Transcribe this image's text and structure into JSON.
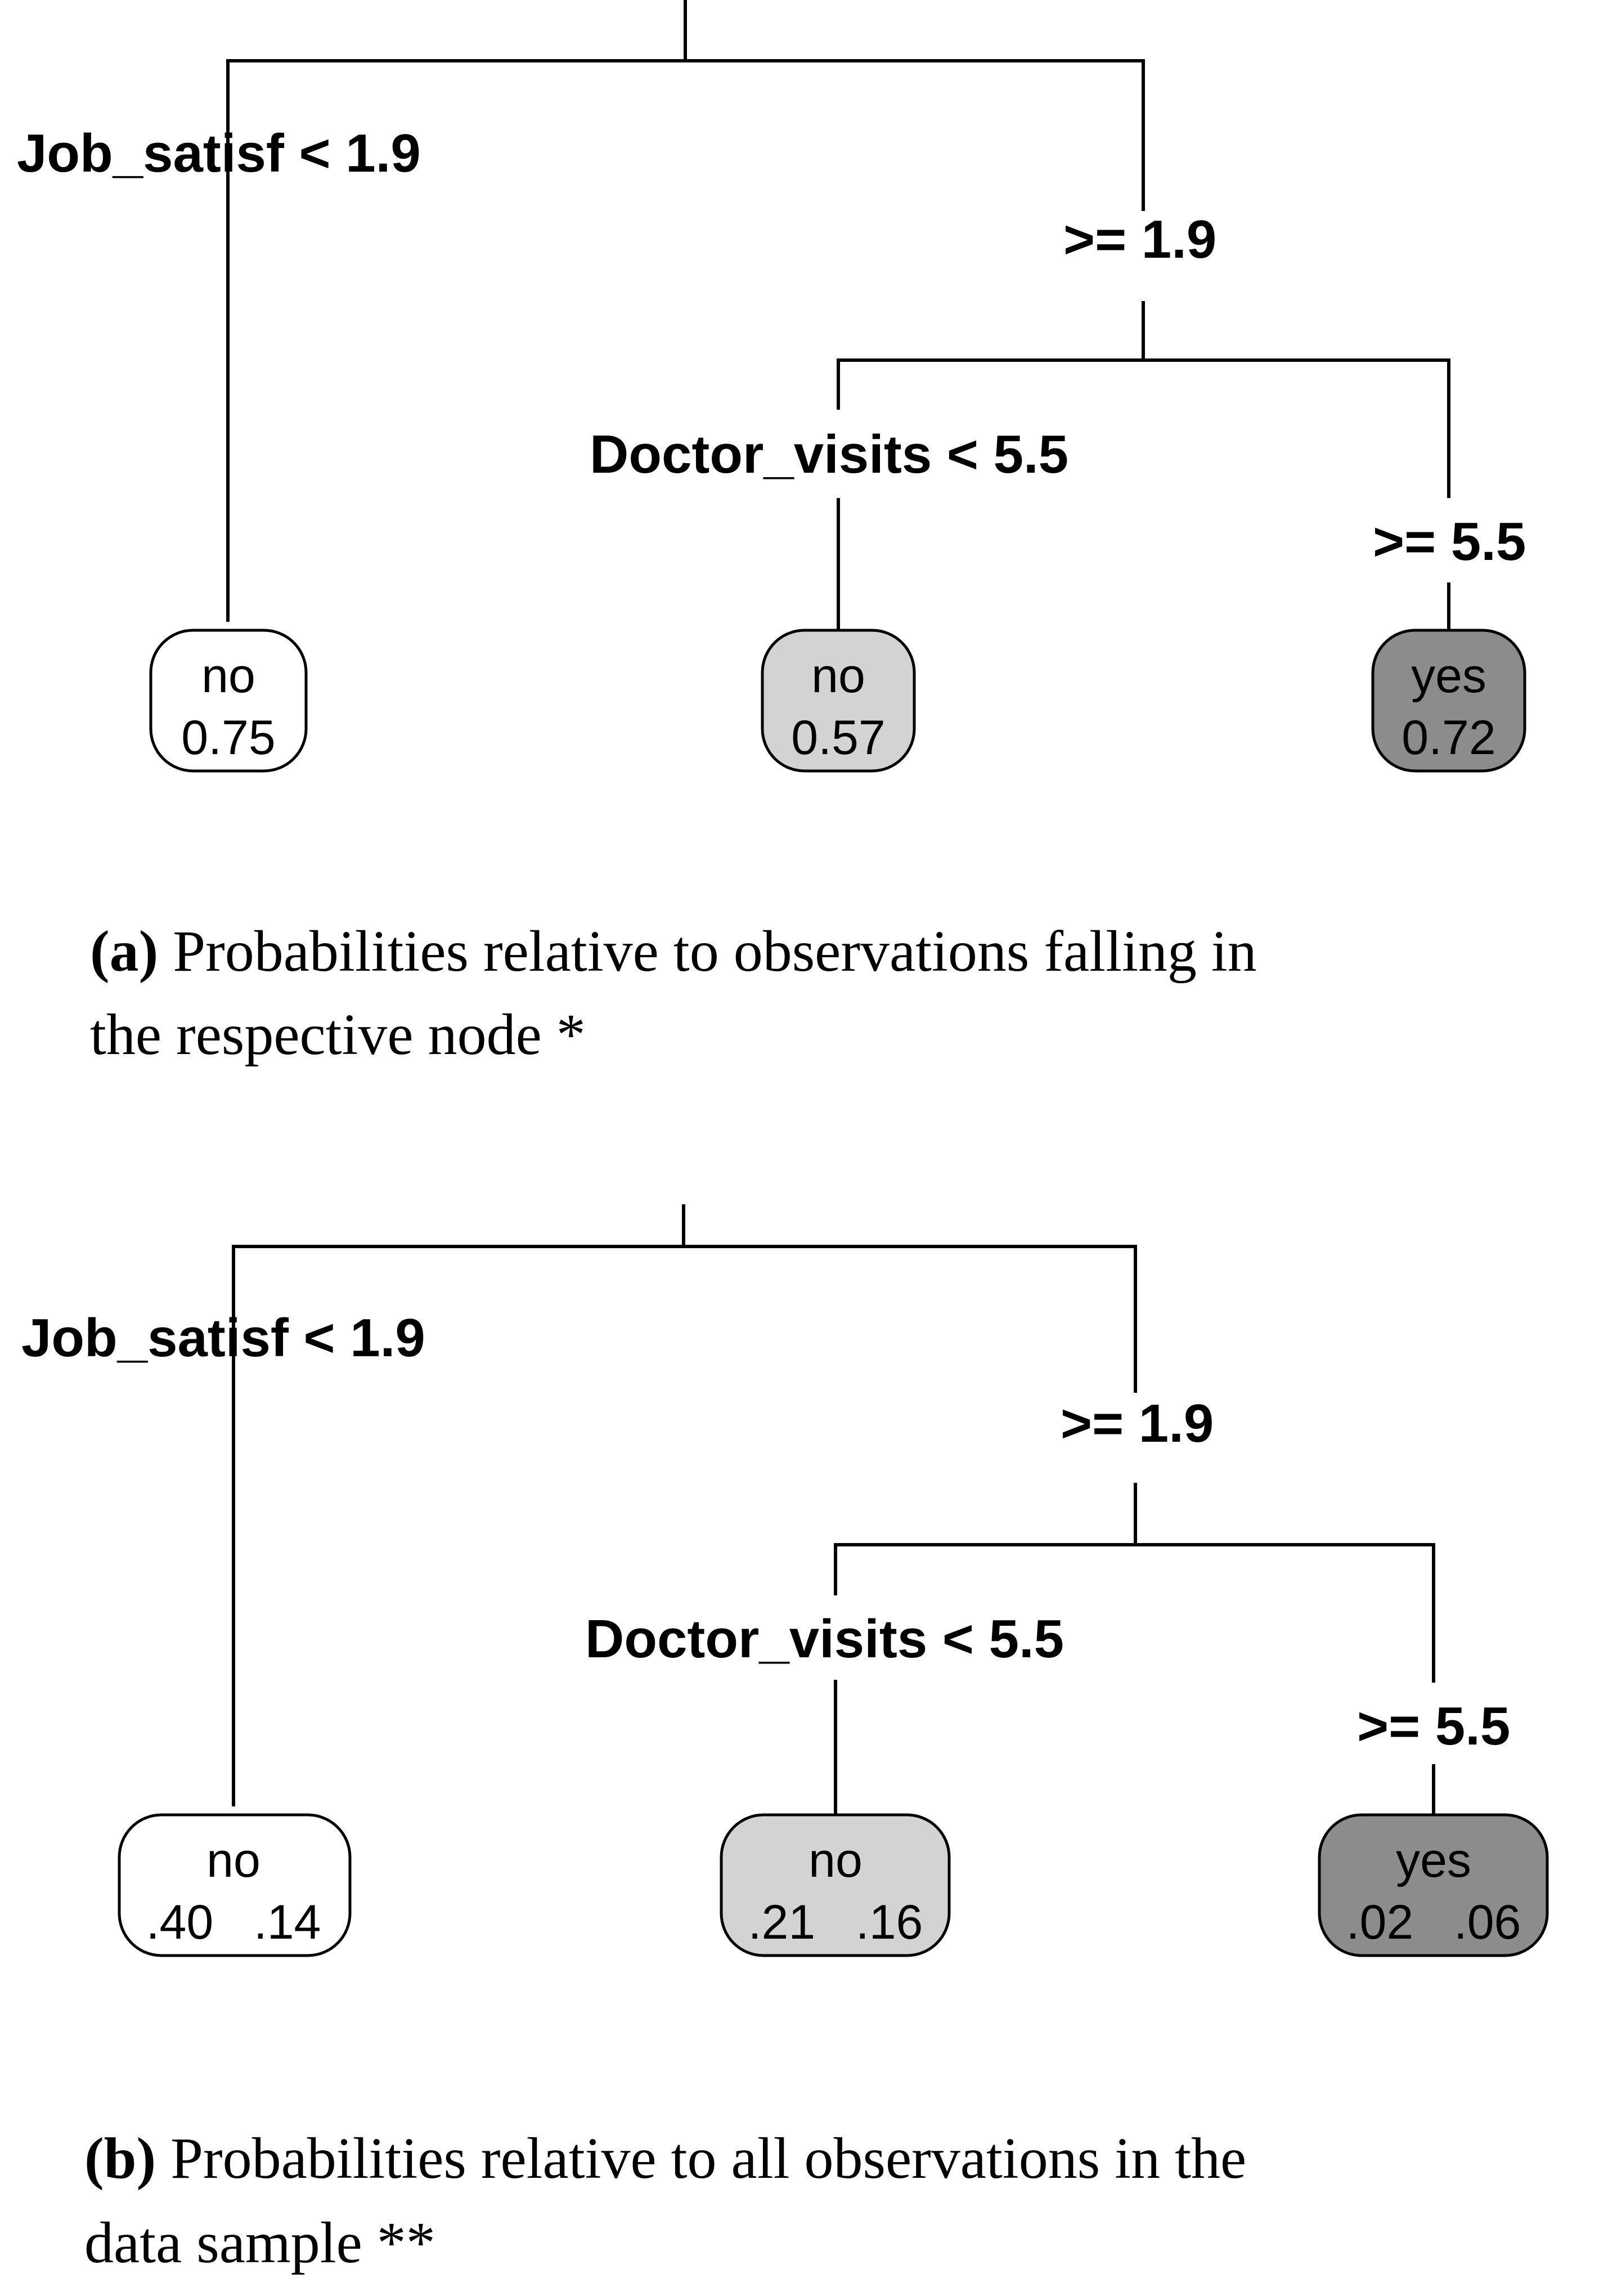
{
  "panels": [
    {
      "id": "a",
      "root_split": {
        "left_label": "Job_satisf < 1.9",
        "right_label": ">= 1.9"
      },
      "sub_split": {
        "left_label": "Doctor_visits < 5.5",
        "right_label": ">= 5.5"
      },
      "leaves": [
        {
          "class": "no",
          "value_text": "0.75",
          "fill": "#ffffff"
        },
        {
          "class": "no",
          "value_text": "0.57",
          "fill": "#d3d3d3"
        },
        {
          "class": "yes",
          "value_text": "0.72",
          "fill": "#8c8c8c"
        }
      ],
      "caption_tag": "(a)",
      "caption_line1": " Probabilities relative to observations falling in",
      "caption_line2": "the respective node *"
    },
    {
      "id": "b",
      "root_split": {
        "left_label": "Job_satisf < 1.9",
        "right_label": ">= 1.9"
      },
      "sub_split": {
        "left_label": "Doctor_visits < 5.5",
        "right_label": ">= 5.5"
      },
      "leaves": [
        {
          "class": "no",
          "value_text": ".40   .14",
          "fill": "#ffffff"
        },
        {
          "class": "no",
          "value_text": ".21   .16",
          "fill": "#d3d3d3"
        },
        {
          "class": "yes",
          "value_text": ".02   .06",
          "fill": "#8c8c8c"
        }
      ],
      "caption_tag": "(b)",
      "caption_line1": " Probabilities relative to all observations in the",
      "caption_line2": "data sample **"
    }
  ]
}
